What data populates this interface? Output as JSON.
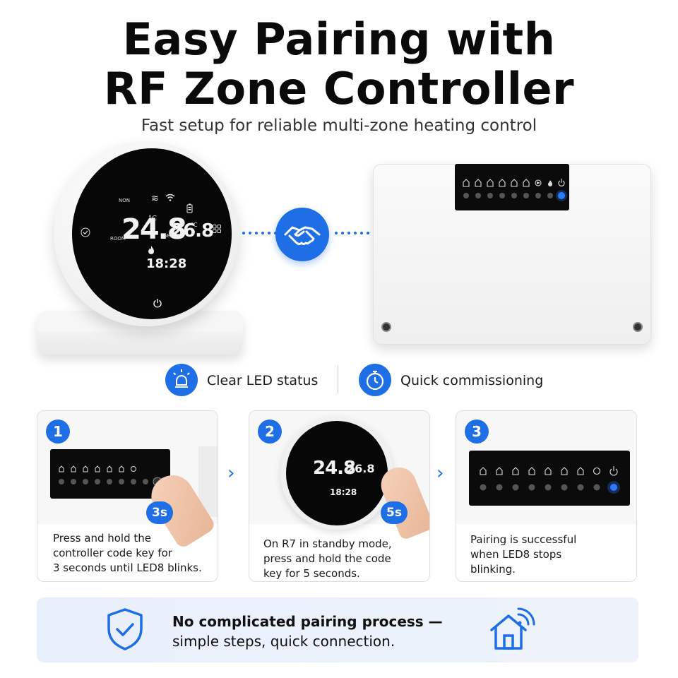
{
  "header": {
    "title_line1": "Easy Pairing with",
    "title_line2": "RF Zone Controller",
    "subtitle": "Fast setup for reliable multi-zone heating control"
  },
  "thermostat": {
    "mode_label": "NON",
    "room_label": "ROOM",
    "set_label": "SET",
    "room_temp": "24.8",
    "room_unit": "°C",
    "set_temp": "26.8",
    "set_unit": "°C",
    "time": "18:28"
  },
  "features": [
    {
      "icon": "led-bulb-icon",
      "label": "Clear LED status"
    },
    {
      "icon": "stopwatch-icon",
      "label": "Quick commissioning"
    }
  ],
  "steps": [
    {
      "number": "1",
      "badge": "3s",
      "text": [
        "Press and hold the",
        "controller code key for",
        "3 seconds until LED8 blinks."
      ]
    },
    {
      "number": "2",
      "badge": "5s",
      "text": [
        "On R7 in standby mode,",
        "press and hold the code",
        "key for 5 seconds."
      ]
    },
    {
      "number": "3",
      "text": [
        "Pairing is successful",
        "when LED8 stops",
        "blinking."
      ]
    }
  ],
  "banner": {
    "bold": "No complicated pairing process —",
    "regular": "simple steps, quick connection."
  },
  "colors": {
    "accent": "#1e6ee6",
    "led_active": "#2f7bff",
    "panel": "#0b0b0b"
  }
}
